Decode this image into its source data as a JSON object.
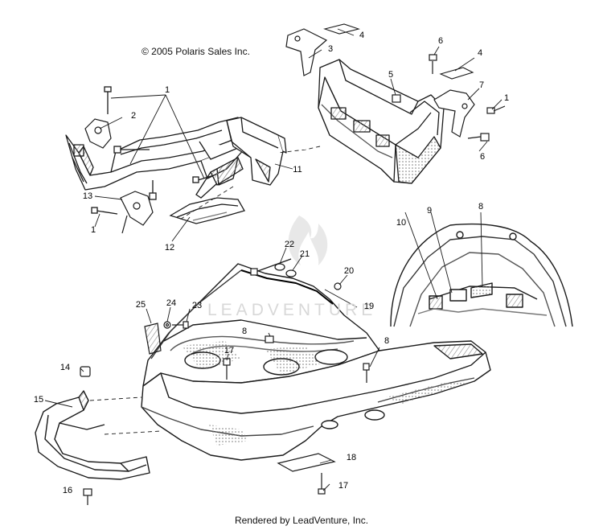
{
  "copyright": "© 2005 Polaris Sales Inc.",
  "footer": "Rendered by LeadVenture, Inc.",
  "watermark": "LEADVENTURE",
  "callouts": [
    {
      "num": "1"
    },
    {
      "num": "1"
    },
    {
      "num": "1"
    },
    {
      "num": "2"
    },
    {
      "num": "3"
    },
    {
      "num": "4"
    },
    {
      "num": "4"
    },
    {
      "num": "5"
    },
    {
      "num": "6"
    },
    {
      "num": "6"
    },
    {
      "num": "7"
    },
    {
      "num": "8"
    },
    {
      "num": "8"
    },
    {
      "num": "8"
    },
    {
      "num": "9"
    },
    {
      "num": "10"
    },
    {
      "num": "11"
    },
    {
      "num": "12"
    },
    {
      "num": "13"
    },
    {
      "num": "14"
    },
    {
      "num": "15"
    },
    {
      "num": "16"
    },
    {
      "num": "17"
    },
    {
      "num": "17"
    },
    {
      "num": "18"
    },
    {
      "num": "19"
    },
    {
      "num": "20"
    },
    {
      "num": "21"
    },
    {
      "num": "22"
    },
    {
      "num": "23"
    },
    {
      "num": "24"
    },
    {
      "num": "25"
    }
  ],
  "colors": {
    "line": "#1a1a1a",
    "shade": "#9a9a9a",
    "watermark": "#e3e3e3"
  }
}
